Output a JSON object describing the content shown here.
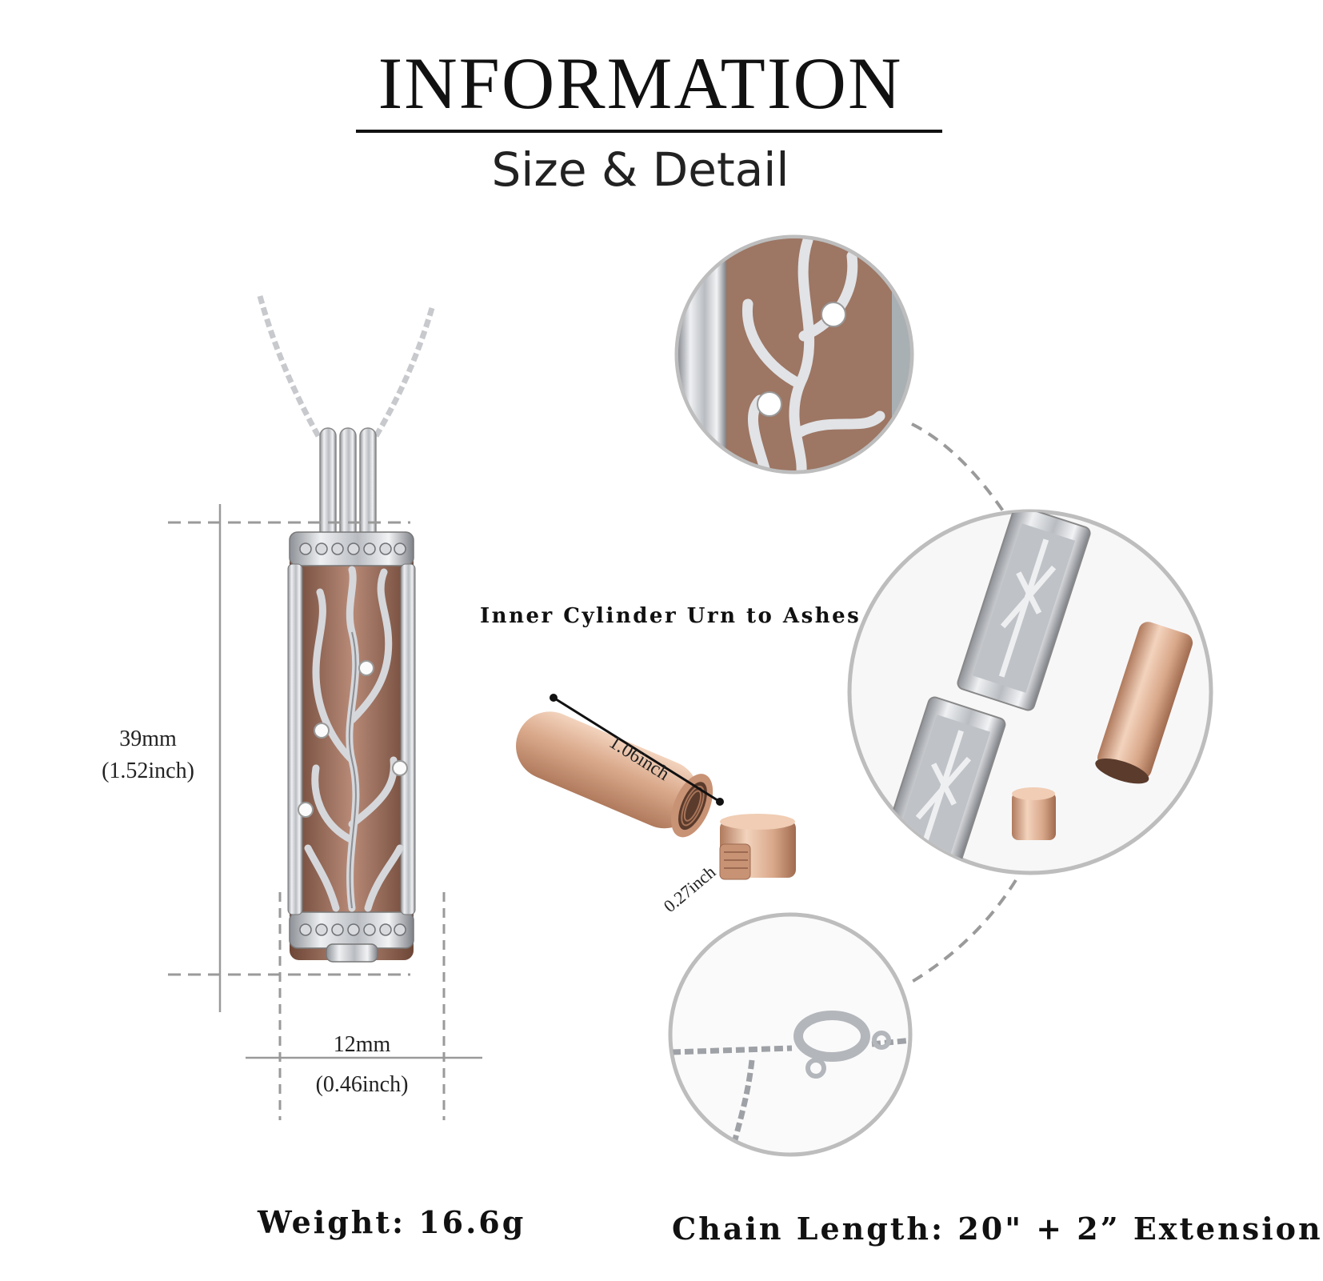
{
  "header": {
    "title": "INFORMATION",
    "subtitle": "Size & Detail"
  },
  "dimensions": {
    "height_mm": "39mm",
    "height_inch": "(1.52inch)",
    "width_mm": "12mm",
    "width_inch": "(0.46inch)"
  },
  "inner_cylinder": {
    "label": "Inner Cylinder Urn to Ashes",
    "length": "1.06inch",
    "diameter": "0.27inch"
  },
  "footer": {
    "weight": "Weight: 16.6g",
    "chain_length": "Chain Length: 20\" +  2”  Extension"
  },
  "colors": {
    "rose_gold": "#d9a88a",
    "silver": "#c9ccd1",
    "dash_gray": "#9a9a9a",
    "circle_border": "#bdbdbd"
  },
  "icons": [
    "pendant-image",
    "inner-cylinder-image",
    "detail-closeup-image",
    "open-pendant-image",
    "clasp-image"
  ]
}
